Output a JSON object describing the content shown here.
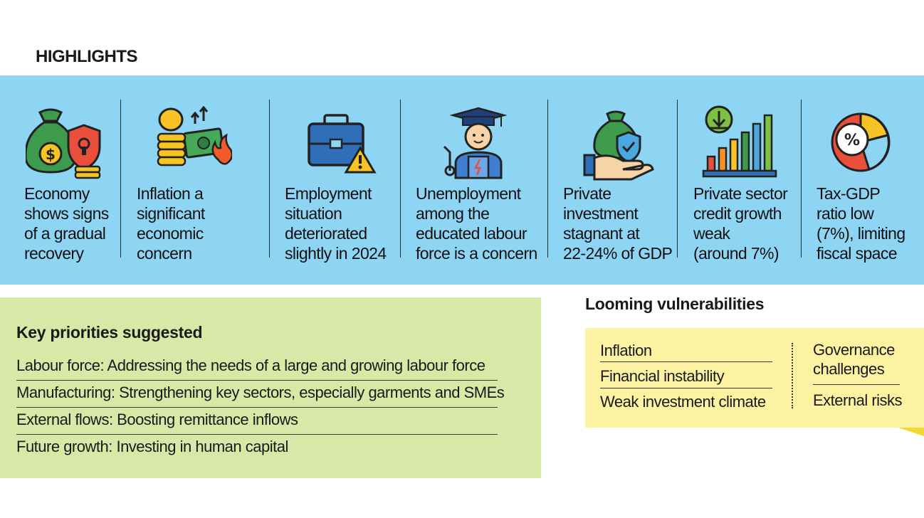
{
  "highlights_title": "HIGHLIGHTS",
  "highlights": [
    {
      "icon": "money-bag-shield-icon",
      "lines": [
        "Economy",
        "shows signs",
        "of a gradual",
        "recovery"
      ]
    },
    {
      "icon": "coins-rising-inflation-icon",
      "lines": [
        "Inflation a",
        "significant",
        "economic",
        "concern"
      ]
    },
    {
      "icon": "briefcase-warning-icon",
      "lines": [
        "Employment",
        "situation",
        "deteriorated",
        "slightly in 2024"
      ]
    },
    {
      "icon": "graduate-worker-icon",
      "lines": [
        "Unemployment",
        "among the",
        "educated labour",
        "force is a concern"
      ]
    },
    {
      "icon": "hand-money-bag-icon",
      "lines": [
        "Private",
        "investment",
        "stagnant at",
        "22-24% of GDP"
      ]
    },
    {
      "icon": "bar-chart-down-arrow-icon",
      "lines": [
        "Private sector",
        "credit growth",
        "weak",
        "(around 7%)"
      ]
    },
    {
      "icon": "percent-pie-chart-icon",
      "lines": [
        "Tax-GDP",
        "ratio low",
        "(7%), limiting",
        "fiscal space"
      ]
    }
  ],
  "priorities": {
    "title": "Key priorities suggested",
    "items": [
      "Labour force: Addressing the needs of a large and growing labour force",
      "Manufacturing: Strengthening key sectors, especially garments and SMEs",
      "External flows: Boosting remittance inflows",
      "Future growth: Investing in human capital"
    ]
  },
  "vulnerabilities": {
    "title": "Looming vulnerabilities",
    "left": [
      "Inflation",
      "Financial instability",
      "Weak investment climate"
    ],
    "right": [
      "Governance",
      "challenges",
      "External risks"
    ]
  },
  "colors": {
    "banner": "#8ed4f3",
    "priorities_bg": "#d8e8a6",
    "vulnerabilities_bg": "#fbf3a2",
    "accent_yellow": "#f3d832"
  }
}
